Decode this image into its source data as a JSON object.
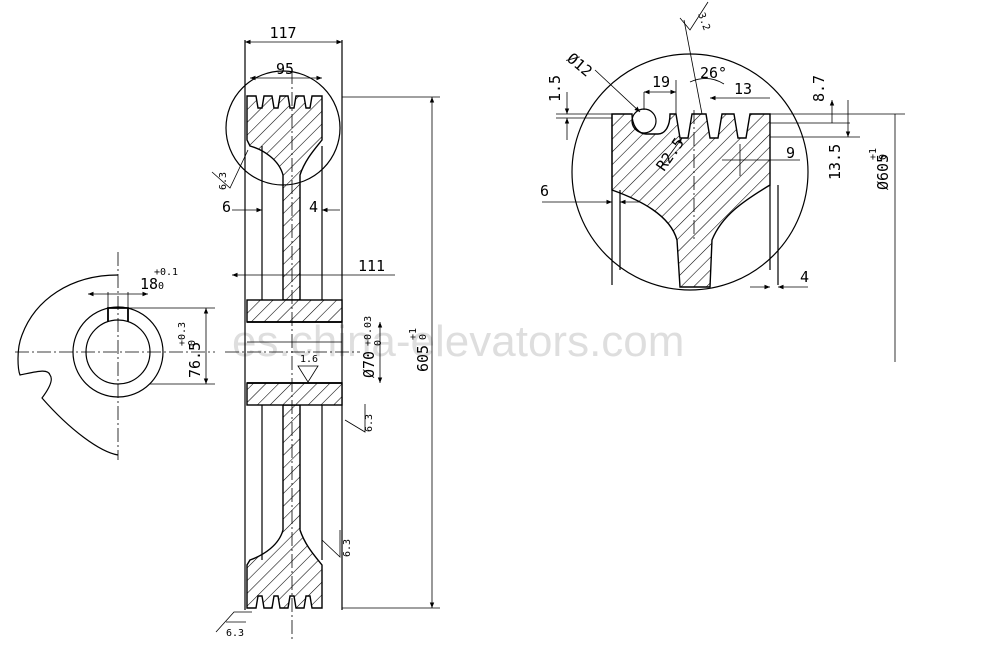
{
  "watermark": "es.china-elevators.com",
  "main_view": {
    "dims": {
      "overall_width": "117",
      "groove_width": "95",
      "web_left": "6",
      "web_right": "4",
      "rim_inner": "111",
      "bore_finish": "1.6",
      "bore_dia": "Ø70",
      "bore_tol_upper": "+0.03",
      "bore_tol_lower": "0",
      "outer_dia": "605",
      "outer_tol_upper": "+1",
      "outer_tol_lower": "0"
    },
    "roughness": [
      "6.3",
      "6.3",
      "6.3",
      "6.3"
    ]
  },
  "keyway_view": {
    "key_width": "18",
    "key_width_tol_upper": "+0.1",
    "key_width_tol_lower": "0",
    "key_depth": "76.5",
    "key_depth_tol_upper": "+0.3",
    "key_depth_tol_lower": "0"
  },
  "detail_view": {
    "dims": {
      "rope_dia": "Ø12",
      "edge_offset": "1.5",
      "groove_pitch": "19",
      "groove_angle": "26°",
      "groove_gap": "13",
      "groove_depth_a": "8.7",
      "groove_depth_b": "13.5",
      "fillet": "R2.5",
      "groove_depth_c": "9",
      "rim_left": "6",
      "rim_right": "4",
      "roughness": "3.2",
      "outer_dia": "Ø605",
      "outer_tol_upper": "+1",
      "outer_tol_lower": "0"
    }
  }
}
